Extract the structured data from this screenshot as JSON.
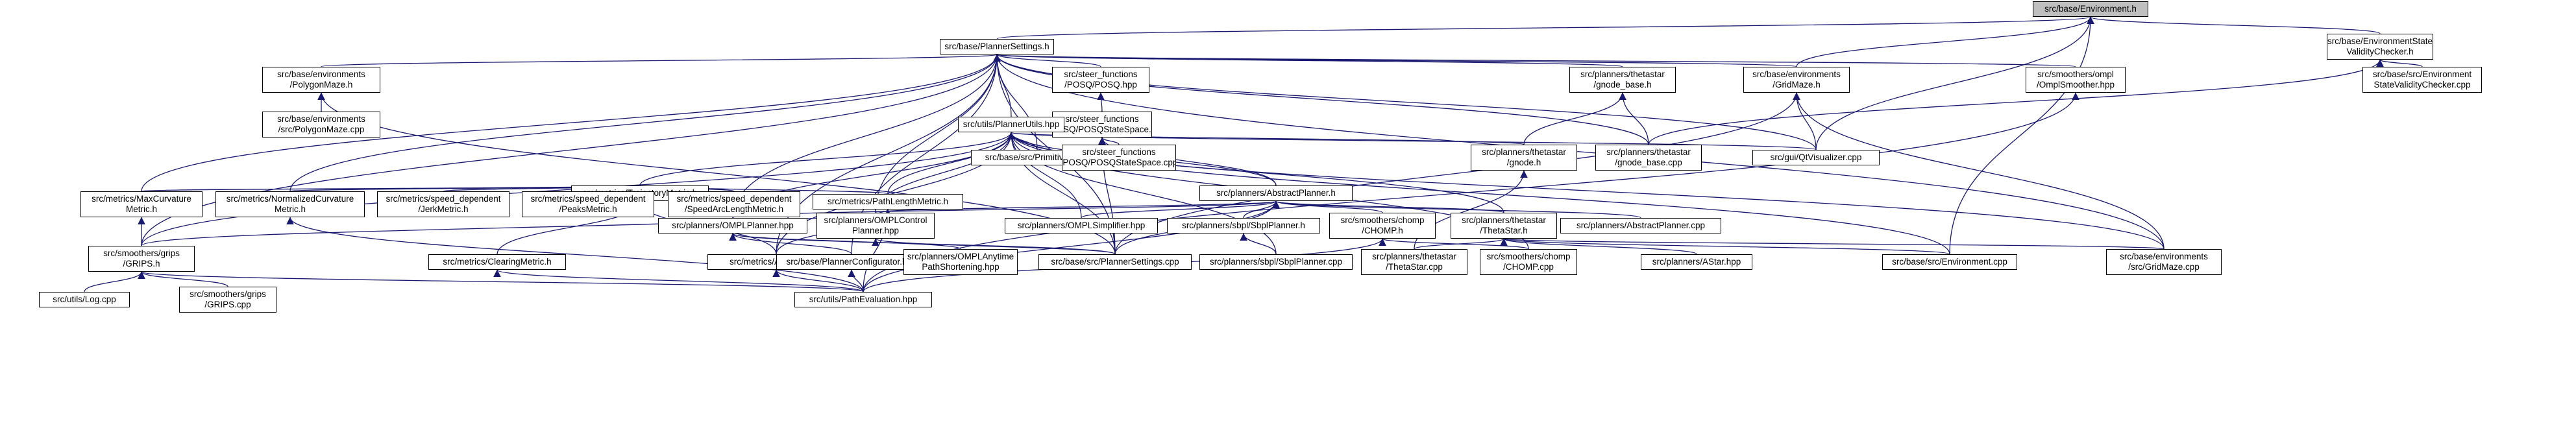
{
  "graph": {
    "nodes": [
      {
        "id": "env_h",
        "label": "src/base/Environment.h",
        "root": true
      },
      {
        "id": "planner_settings_h",
        "label": "src/base/PlannerSettings.h"
      },
      {
        "id": "env_state_validity_h",
        "label": "src/base/EnvironmentState\nValidityChecker.h"
      },
      {
        "id": "polygon_maze_h",
        "label": "src/base/environments\n/PolygonMaze.h"
      },
      {
        "id": "steer_posq_hpp",
        "label": "src/steer_functions\n/POSQ/POSQ.hpp"
      },
      {
        "id": "planners_thetastar_gnode_base_h",
        "label": "src/planners/thetastar\n/gnode_base.h"
      },
      {
        "id": "grid_maze_h",
        "label": "src/base/environments\n/GridMaze.h"
      },
      {
        "id": "ompl_smoother_hpp",
        "label": "src/smoothers/ompl\n/OmplSmoother.hpp"
      },
      {
        "id": "env_state_validity_cpp",
        "label": "src/base/src/Environment\nStateValidityChecker.cpp"
      },
      {
        "id": "polygon_maze_cpp",
        "label": "src/base/environments\n/src/PolygonMaze.cpp"
      },
      {
        "id": "posq_statespace_h",
        "label": "src/steer_functions\n/POSQ/POSQStateSpace.h"
      },
      {
        "id": "planner_utils_hpp",
        "label": "src/utils/PlannerUtils.hpp"
      },
      {
        "id": "primitives_cpp",
        "label": "src/base/src/Primitives.cpp"
      },
      {
        "id": "posq_statespace_cpp",
        "label": "src/steer_functions\n/POSQ/POSQStateSpace.cpp"
      },
      {
        "id": "thetastar_gnode_h",
        "label": "src/planners/thetastar\n/gnode.h"
      },
      {
        "id": "thetastar_gnode_base_cpp",
        "label": "src/planners/thetastar\n/gnode_base.cpp"
      },
      {
        "id": "qt_visualizer_cpp",
        "label": "src/gui/QtVisualizer.cpp"
      },
      {
        "id": "trajectory_metric_h",
        "label": "src/metrics/TrajectoryMetric.h"
      },
      {
        "id": "abstract_planner_h",
        "label": "src/planners/AbstractPlanner.h"
      },
      {
        "id": "max_curvature_metric_h",
        "label": "src/metrics/MaxCurvature\nMetric.h"
      },
      {
        "id": "normalized_curvature_metric_h",
        "label": "src/metrics/NormalizedCurvature\nMetric.h"
      },
      {
        "id": "jerk_metric_h",
        "label": "src/metrics/speed_dependent\n/JerkMetric.h"
      },
      {
        "id": "peaks_metric_h",
        "label": "src/metrics/speed_dependent\n/PeaksMetric.h"
      },
      {
        "id": "speed_arc_length_metric_h",
        "label": "src/metrics/speed_dependent\n/SpeedArcLengthMetric.h"
      },
      {
        "id": "path_length_metric_h",
        "label": "src/metrics/PathLengthMetric.h"
      },
      {
        "id": "ompl_planner_hpp",
        "label": "src/planners/OMPLPlanner.hpp"
      },
      {
        "id": "ompl_control_planner_hpp",
        "label": "src/planners/OMPLControl\nPlanner.hpp"
      },
      {
        "id": "ompl_simplifier_hpp",
        "label": "src/planners/OMPLSimplifier.hpp"
      },
      {
        "id": "sbpl_planner_h",
        "label": "src/planners/sbpl/SbplPlanner.h"
      },
      {
        "id": "chomp_h",
        "label": "src/smoothers/chomp\n/CHOMP.h"
      },
      {
        "id": "thetastar_h",
        "label": "src/planners/thetastar\n/ThetaStar.h"
      },
      {
        "id": "abstract_planner_cpp",
        "label": "src/planners/AbstractPlanner.cpp"
      },
      {
        "id": "grips_h",
        "label": "src/smoothers/grips\n/GRIPS.h"
      },
      {
        "id": "clearing_metric_h",
        "label": "src/metrics/ClearingMetric.h"
      },
      {
        "id": "aol_metric_h",
        "label": "src/metrics/AOLMetric.h"
      },
      {
        "id": "planner_configurator_hpp",
        "label": "src/base/PlannerConfigurator.hpp"
      },
      {
        "id": "ompl_anytime_path_shortening_hpp",
        "label": "src/planners/OMPLAnytime\nPathShortening.hpp"
      },
      {
        "id": "planner_settings_cpp",
        "label": "src/base/src/PlannerSettings.cpp"
      },
      {
        "id": "sbpl_planner_cpp",
        "label": "src/planners/sbpl/SbplPlanner.cpp"
      },
      {
        "id": "thetastar_cpp",
        "label": "src/planners/thetastar\n/ThetaStar.cpp"
      },
      {
        "id": "chomp_cpp",
        "label": "src/smoothers/chomp\n/CHOMP.cpp"
      },
      {
        "id": "astar_hpp",
        "label": "src/planners/AStar.hpp"
      },
      {
        "id": "environment_cpp",
        "label": "src/base/src/Environment.cpp"
      },
      {
        "id": "grid_maze_cpp",
        "label": "src/base/environments\n/src/GridMaze.cpp"
      },
      {
        "id": "log_cpp",
        "label": "src/utils/Log.cpp"
      },
      {
        "id": "grips_cpp",
        "label": "src/smoothers/grips\n/GRIPS.cpp"
      },
      {
        "id": "path_evaluation_hpp",
        "label": "src/utils/PathEvaluation.hpp"
      }
    ],
    "colors": {
      "edge": "#191970",
      "node_border": "#000000",
      "node_fill": "#ffffff",
      "root_fill": "#bfbfbf"
    }
  }
}
